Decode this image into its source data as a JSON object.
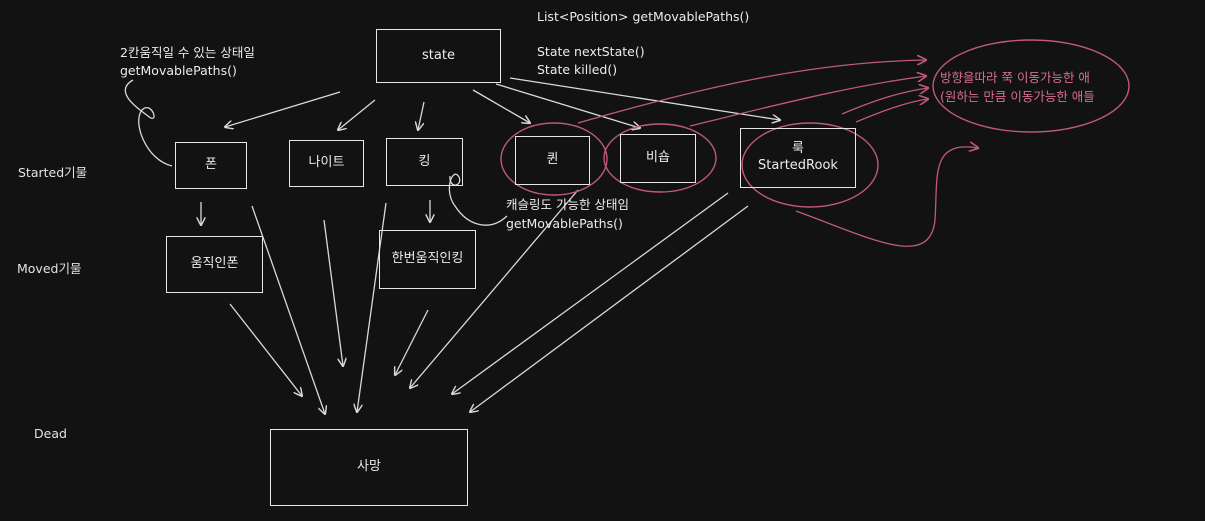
{
  "header": {
    "line1": "List<Position> getMovablePaths()",
    "line2": "State nextState()",
    "line3": "State killed()"
  },
  "notes": {
    "two_step_line1": "2칸움직일 수 있는 상태일",
    "two_step_line2": "getMovablePaths()",
    "castling_line1": "캐슬링도 가능한 상태임",
    "castling_line2": "getMovablePaths()",
    "direction_line1": "방향을따라 쭉 이동가능한 애",
    "direction_line2": "(원하는 만큼 이동가능한 애들"
  },
  "rows": {
    "started": "Started기물",
    "moved": "Moved기물",
    "dead": "Dead"
  },
  "nodes": {
    "state": "state",
    "pawn": "폰",
    "knight": "나이트",
    "king": "킹",
    "queen": "퀸",
    "bishop": "비숍",
    "rook": "룩",
    "rook_sub": "StartedRook",
    "moved_pawn": "움직인폰",
    "moved_king": "한번움직인킹",
    "dead_box": "사망"
  },
  "colors": {
    "stroke": "#d9d9d9",
    "accent": "#c0587f",
    "background": "#121212"
  }
}
